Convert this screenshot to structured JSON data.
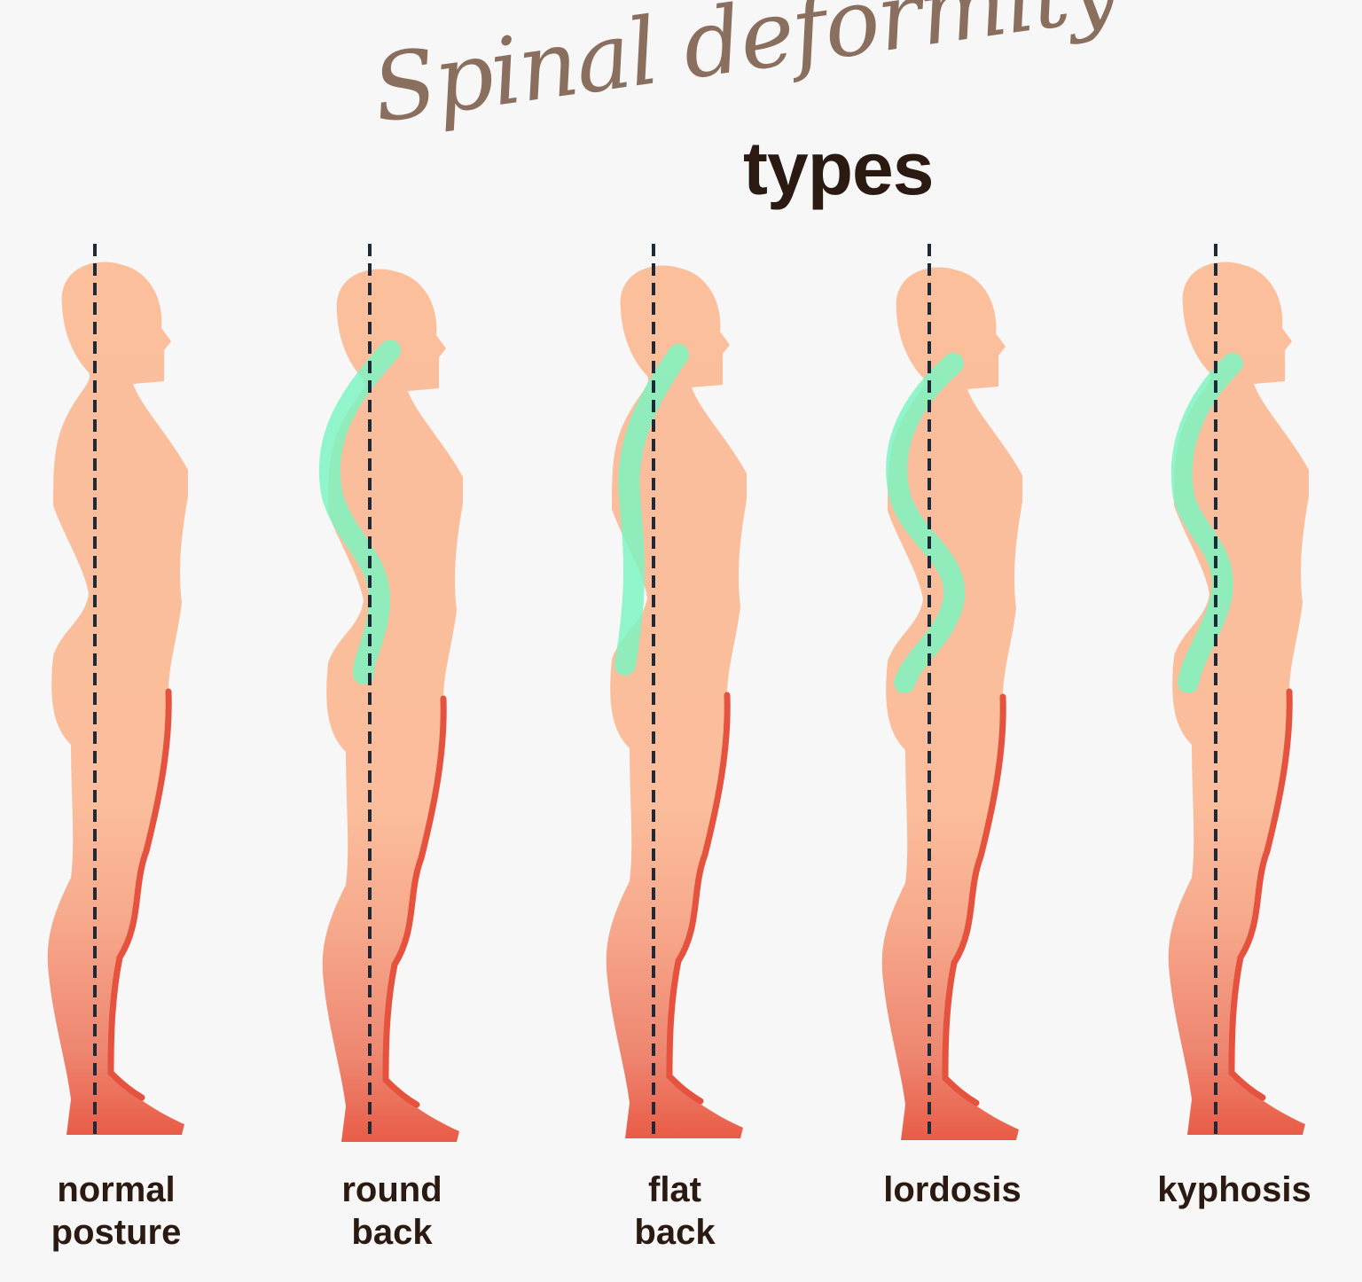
{
  "title": {
    "script": "Spinal deformity",
    "bold": "types"
  },
  "figures": [
    {
      "label_line1": "normal",
      "label_line2": "posture",
      "spine_visible": false
    },
    {
      "label_line1": "round",
      "label_line2": "back",
      "spine_visible": true
    },
    {
      "label_line1": "flat",
      "label_line2": "back",
      "spine_visible": true
    },
    {
      "label_line1": "lordosis",
      "label_line2": "",
      "spine_visible": true
    },
    {
      "label_line1": "kyphosis",
      "label_line2": "",
      "spine_visible": true
    }
  ],
  "colors": {
    "skin": "#fbbf9c",
    "feet": "#e85a45",
    "spine": "#7ef5c2",
    "plumb_line": "#1c2a3a",
    "title_script": "#8b6f5e",
    "title_bold": "#2b1a12"
  }
}
